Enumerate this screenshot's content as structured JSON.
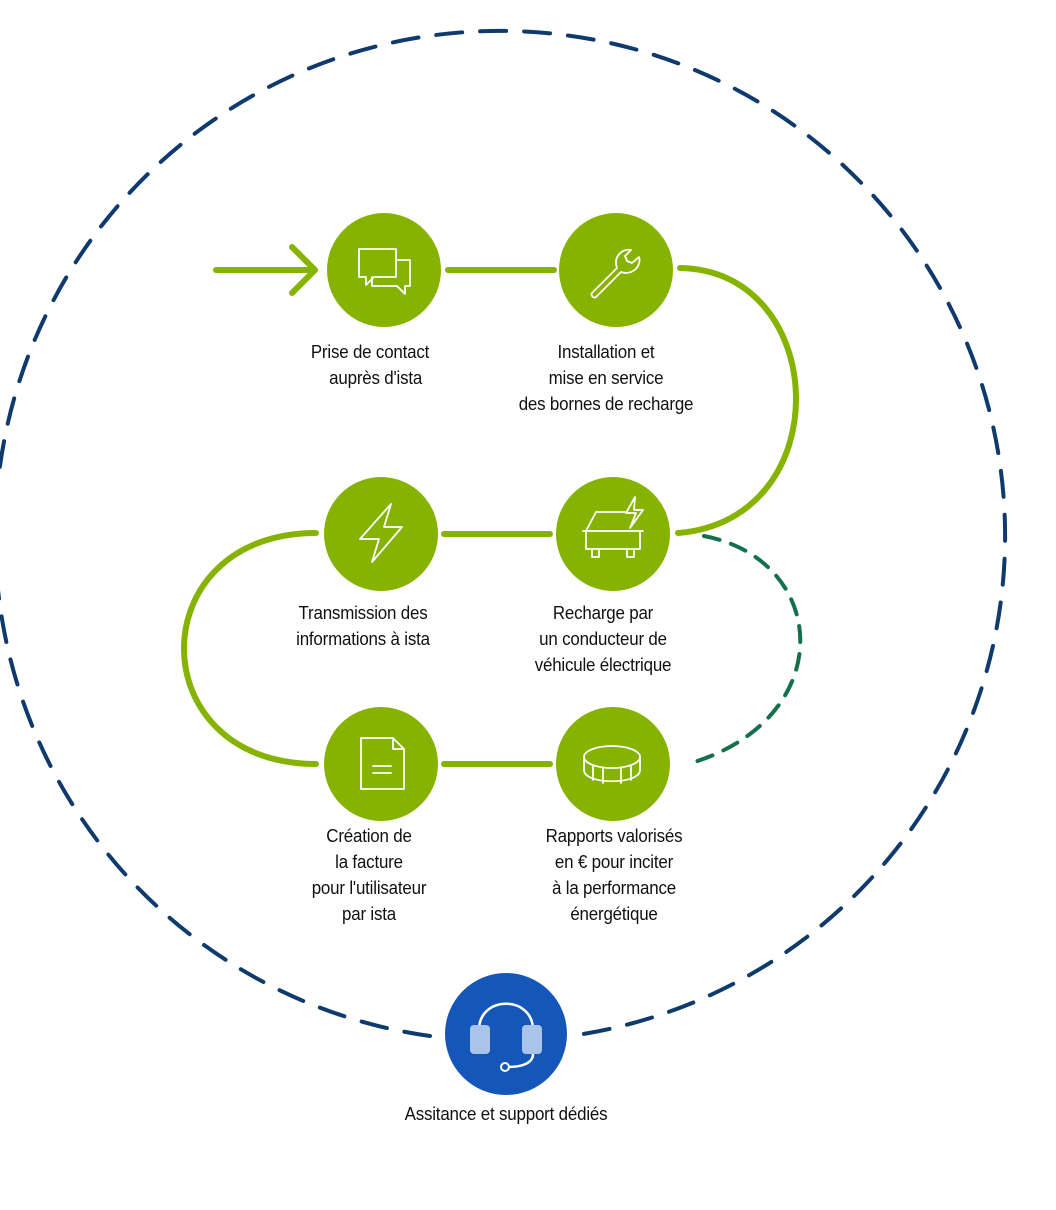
{
  "colors": {
    "green": "#86b300",
    "blue_dashed": "#0f3a6e",
    "green_dashed": "#14704a",
    "support_blue": "#1457b8",
    "support_light": "#a9c3ea",
    "text": "#111111",
    "icon_stroke": "#ffffff"
  },
  "steps": [
    {
      "id": "contact",
      "icon": "chat-bubbles-icon",
      "lines": [
        "Prise de contact",
        "auprès d'ista"
      ]
    },
    {
      "id": "installation",
      "icon": "wrench-icon",
      "lines": [
        "Installation et",
        "mise en service",
        "des bornes de recharge"
      ]
    },
    {
      "id": "transmission",
      "icon": "lightning-icon",
      "lines": [
        "Transmission des",
        "informations à ista"
      ]
    },
    {
      "id": "recharge",
      "icon": "car-charging-icon",
      "lines": [
        "Recharge par",
        "un conducteur de",
        "véhicule électrique"
      ]
    },
    {
      "id": "facture",
      "icon": "document-icon",
      "lines": [
        "Création de",
        "la facture",
        "pour l'utilisateur",
        "par ista"
      ]
    },
    {
      "id": "rapports",
      "icon": "coin-icon",
      "lines": [
        "Rapports valorisés",
        "en € pour inciter",
        "à la performance",
        "énergétique"
      ]
    }
  ],
  "support": {
    "icon": "headset-icon",
    "label": "Assitance et support dédiés"
  }
}
